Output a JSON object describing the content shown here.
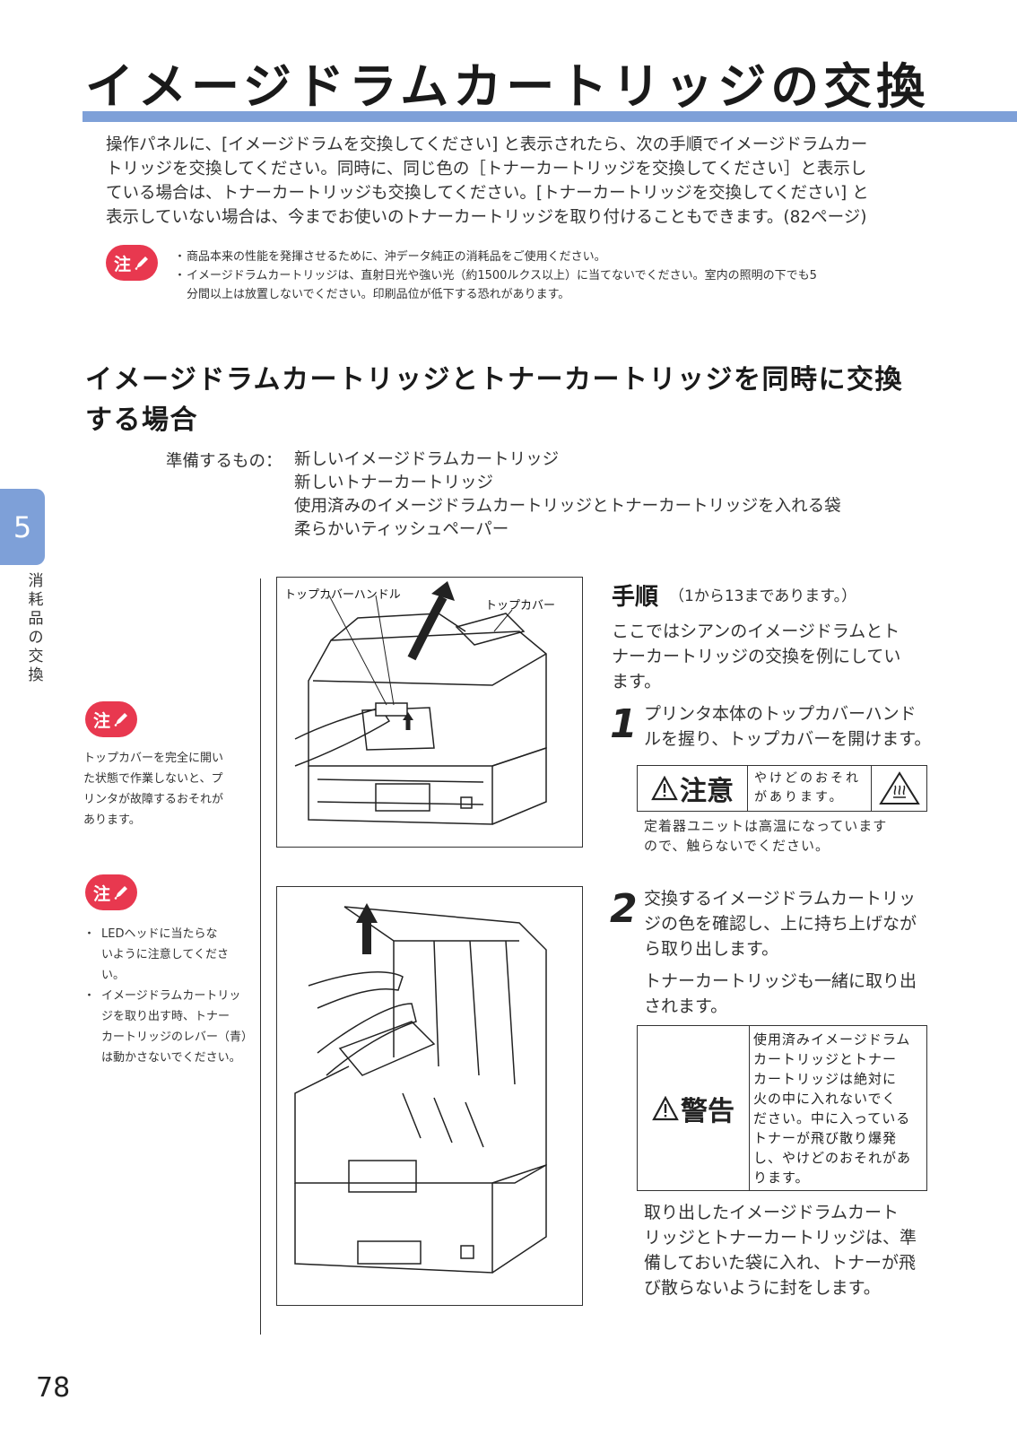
{
  "title": "イメージドラムカートリッジの交換",
  "intro": [
    "操作パネルに、[イメージドラムを交換してください] と表示されたら、次の手順でイメージドラムカー",
    "トリッジを交換してください。同時に、同じ色の［トナーカートリッジを交換してください］と表示し",
    "ている場合は、トナーカートリッジも交換してください。[トナーカートリッジを交換してください] と",
    "表示していない場合は、今までお使いのトナーカートリッジを取り付けることもできます。(82ページ)"
  ],
  "note_badge": "注",
  "top_notes": [
    "商品本来の性能を発揮させるために、沖データ純正の消耗品をご使用ください。",
    "イメージドラムカートリッジは、直射日光や強い光（約1500ルクス以上）に当てないでください。室内の照明の下でも5",
    "分間以上は放置しないでください。印刷品位が低下する恐れがあります。"
  ],
  "bullet": "・",
  "section": {
    "heading_line1": "イメージドラムカートリッジとトナーカートリッジを同時に交換",
    "heading_line2": "する場合"
  },
  "prep": {
    "label": "準備するもの：",
    "items": [
      "新しいイメージドラムカートリッジ",
      "新しいトナーカートリッジ",
      "使用済みのイメージドラムカートリッジとトナーカートリッジを入れる袋",
      "柔らかいティッシュペーパー"
    ]
  },
  "chapter": {
    "number": "5",
    "side_title": [
      "消",
      "耗",
      "品",
      "の",
      "交",
      "換"
    ]
  },
  "side_note_1": [
    "トップカバーを完全に開い",
    "た状態で作業しないと、プ",
    "リンタが故障するおそれが",
    "あります。"
  ],
  "side_note_2": [
    [
      "LEDヘッドに当たらな",
      "いように注意してくださ",
      "い。"
    ],
    [
      "イメージドラムカートリッ",
      "ジを取り出す時、トナー",
      "カートリッジのレバー（青）",
      "は動かさないでください。"
    ]
  ],
  "figure1": {
    "label_handle": "トップカバーハンドル",
    "label_cover": "トップカバー"
  },
  "procedure": {
    "title": "手順",
    "subtitle": "（1から13まであります。）",
    "intro": [
      "ここではシアンのイメージドラムとト",
      "ナーカートリッジの交換を例にしてい",
      "ます。"
    ]
  },
  "step1": {
    "number": "1",
    "text": [
      "プリンタ本体のトップカバーハンド",
      "ルを握り、トップカバーを開けます。"
    ],
    "caution_label": "注意",
    "caution_text": [
      "やけどのおそれ",
      "があります。"
    ],
    "caution_note": [
      "定着器ユニットは高温になっています",
      "ので、触らないでください。"
    ]
  },
  "step2": {
    "number": "2",
    "text": [
      "交換するイメージドラムカートリッ",
      "ジの色を確認し、上に持ち上げなが",
      "ら取り出します。"
    ],
    "text2": [
      "トナーカートリッジも一緒に取り出",
      "されます。"
    ],
    "warning_label": "警告",
    "warning_text": [
      "使用済みイメージドラム",
      "カートリッジとトナー",
      "カートリッジは絶対に",
      "火の中に入れないでく",
      "ださい。中に入っている",
      "トナーが飛び散り爆発",
      "し、やけどのおそれがあ",
      "ります。"
    ],
    "after": [
      "取り出したイメージドラムカート",
      "リッジとトナーカートリッジは、準",
      "備しておいた袋に入れ、トナーが飛",
      "び散らないように封をします。"
    ]
  },
  "page_number": "78"
}
